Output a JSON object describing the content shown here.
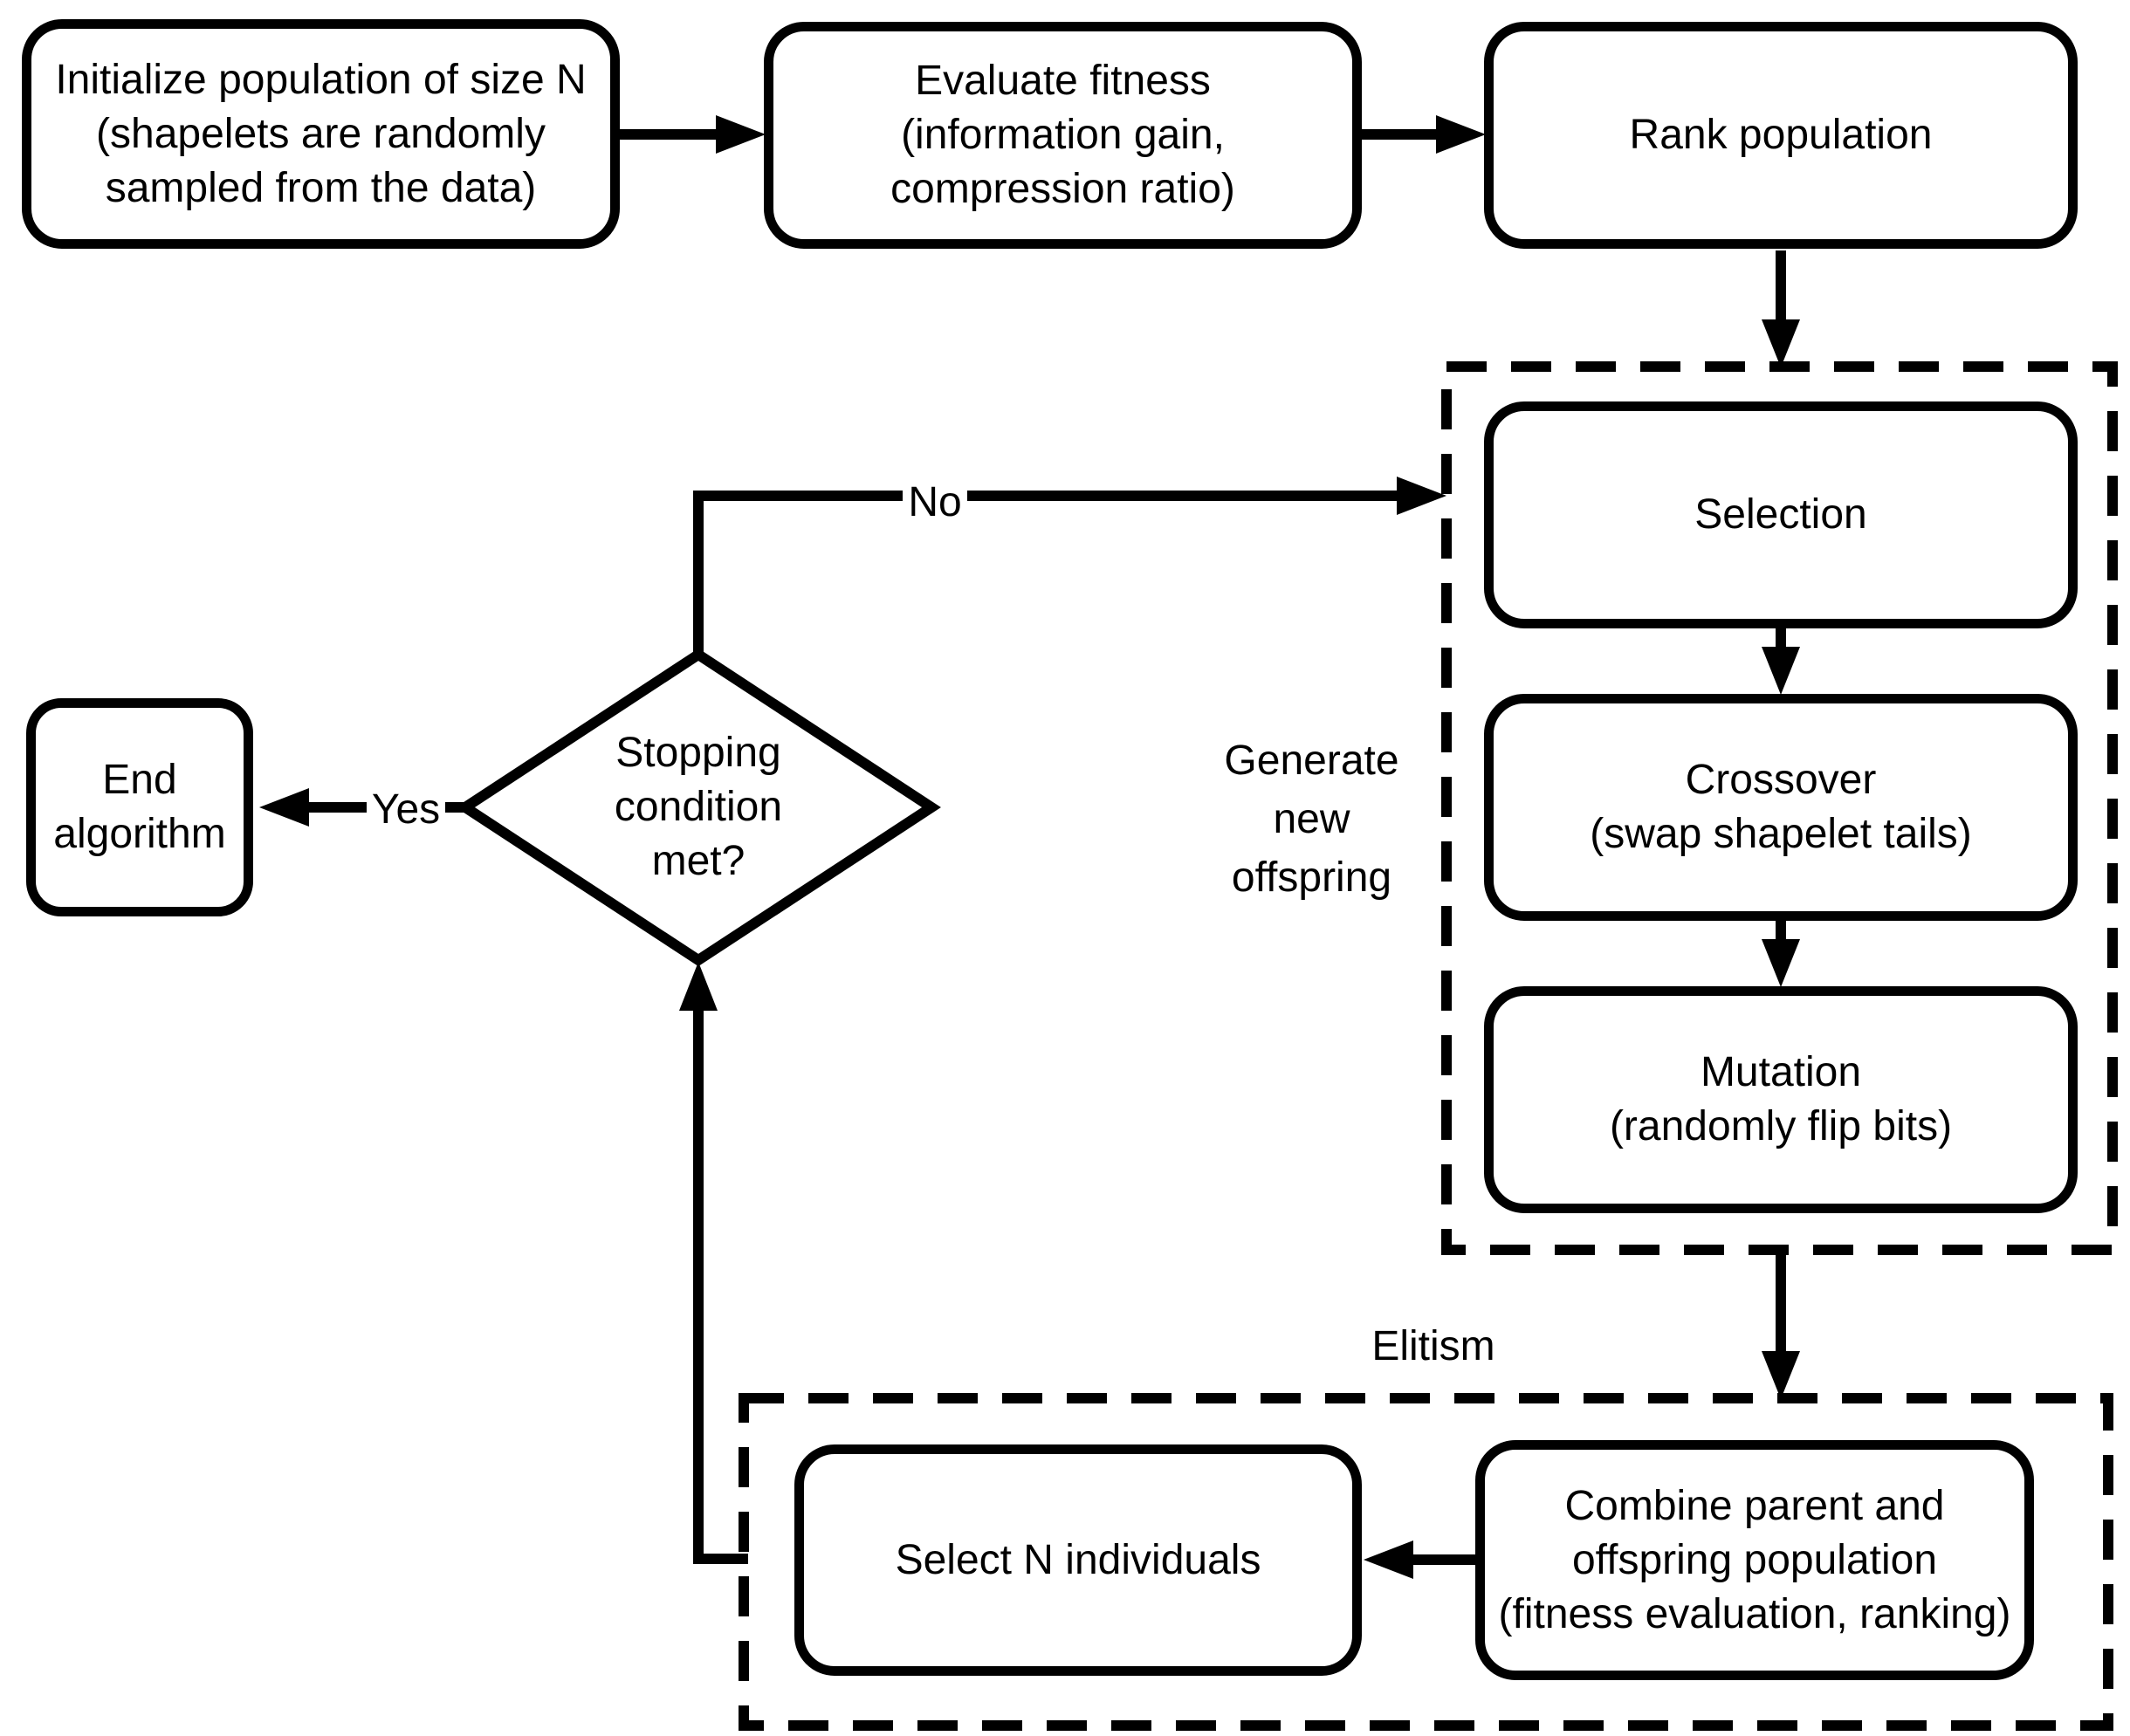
{
  "diagram": {
    "title_hint": "Genetic algorithm flowchart for shapelet discovery",
    "colors": {
      "stroke": "#000000",
      "background": "#ffffff"
    },
    "nodes": {
      "initialize": {
        "label": "Initialize population of size N\n(shapelets are randomly\nsampled from the data)"
      },
      "evaluate": {
        "label": "Evaluate fitness\n(information gain,\ncompression ratio)"
      },
      "rank": {
        "label": "Rank population"
      },
      "selection": {
        "label": "Selection"
      },
      "crossover": {
        "label": "Crossover\n(swap shapelet tails)"
      },
      "mutation": {
        "label": "Mutation\n(randomly flip bits)"
      },
      "combine": {
        "label": "Combine parent and\noffspring population\n(fitness evaluation, ranking)"
      },
      "select_n": {
        "label": "Select N individuals"
      },
      "stopping": {
        "label": "Stopping\ncondition\nmet?"
      },
      "end": {
        "label": "End\nalgorithm"
      }
    },
    "groups": {
      "generate_offspring": {
        "label": "Generate\nnew\noffspring"
      },
      "elitism": {
        "label": "Elitism"
      }
    },
    "edge_labels": {
      "no": "No",
      "yes": "Yes"
    }
  }
}
